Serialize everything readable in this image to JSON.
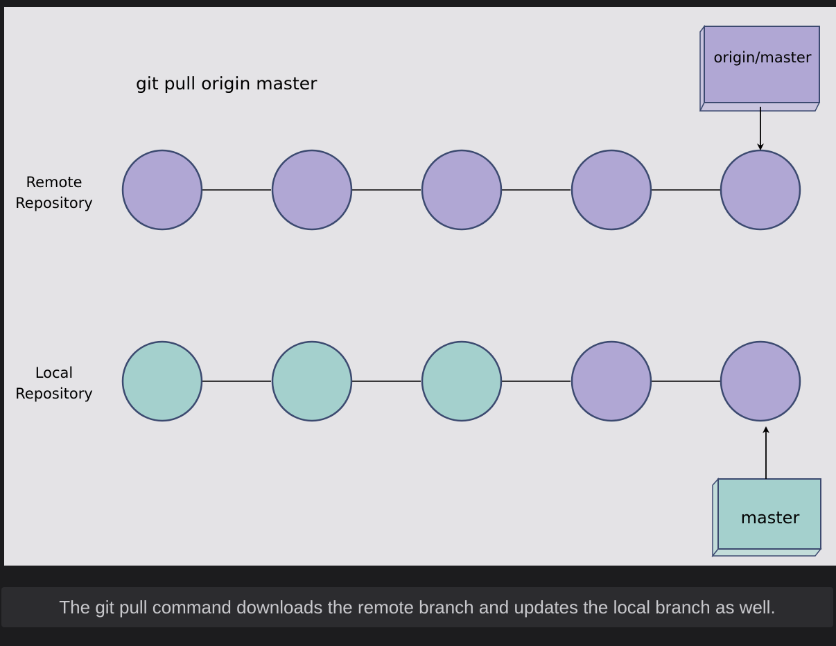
{
  "diagram": {
    "command": "git pull origin master",
    "rows": [
      {
        "label_line1": "Remote",
        "label_line2": "Repository",
        "commits": [
          "remote",
          "remote",
          "remote",
          "remote",
          "remote"
        ]
      },
      {
        "label_line1": "Local",
        "label_line2": "Repository",
        "commits": [
          "local",
          "local",
          "local",
          "remote",
          "remote"
        ]
      }
    ],
    "remote_branch_tag": "origin/master",
    "local_branch_tag": "master",
    "colors": {
      "remote_commit": "#b0a7d4",
      "local_commit": "#a4d0cd",
      "stroke": "#3c4a70",
      "canvas": "#e4e3e6"
    }
  },
  "caption": "The git pull command downloads the remote branch and updates the local branch as well."
}
